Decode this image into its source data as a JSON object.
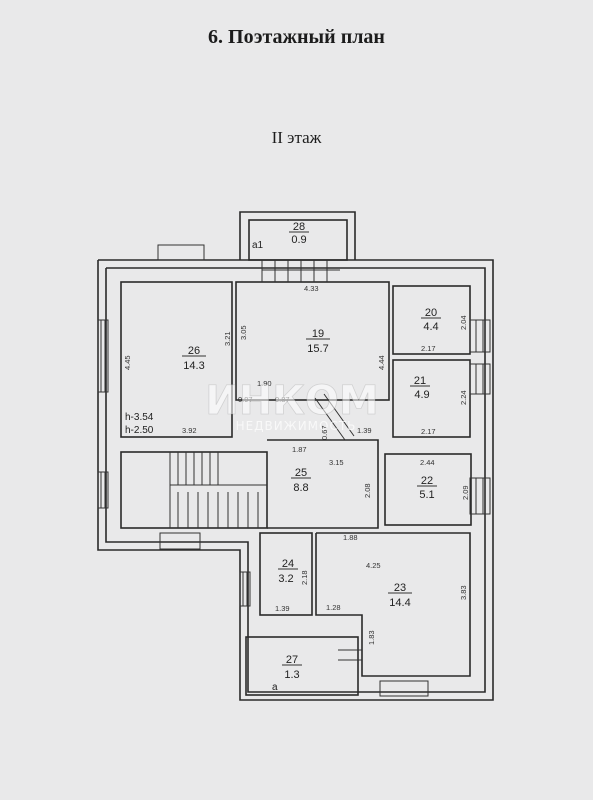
{
  "header": {
    "title": "6. Поэтажный план",
    "floor": "II этаж"
  },
  "rooms": [
    {
      "num": "28",
      "area": "0.9"
    },
    {
      "num": "26",
      "area": "14.3"
    },
    {
      "num": "19",
      "area": "15.7"
    },
    {
      "num": "20",
      "area": "4.4"
    },
    {
      "num": "21",
      "area": "4.9"
    },
    {
      "num": "25",
      "area": "8.8"
    },
    {
      "num": "22",
      "area": "5.1"
    },
    {
      "num": "24",
      "area": "3.2"
    },
    {
      "num": "23",
      "area": "14.4"
    },
    {
      "num": "27",
      "area": "1.3"
    }
  ],
  "dimensions": [
    "4.33",
    "3.05",
    "3.21",
    "4.45",
    "4.44",
    "2.04",
    "2.17",
    "2.24",
    "2.17",
    "1.90",
    "0.97",
    "0.87",
    "0.67",
    "1.39",
    "3.92",
    "1.87",
    "3.15",
    "2.08",
    "2.44",
    "2.09",
    "1.88",
    "4.25",
    "2.18",
    "3.83",
    "1.39",
    "1.28",
    "1.83"
  ],
  "labels": {
    "balcony": "a1",
    "h1": "h-3.54",
    "h2": "h-2.50",
    "mark_a": "a"
  },
  "watermark": {
    "brand": "ИНКОМ",
    "sub": "НЕДВИЖИМОСТЬ"
  }
}
